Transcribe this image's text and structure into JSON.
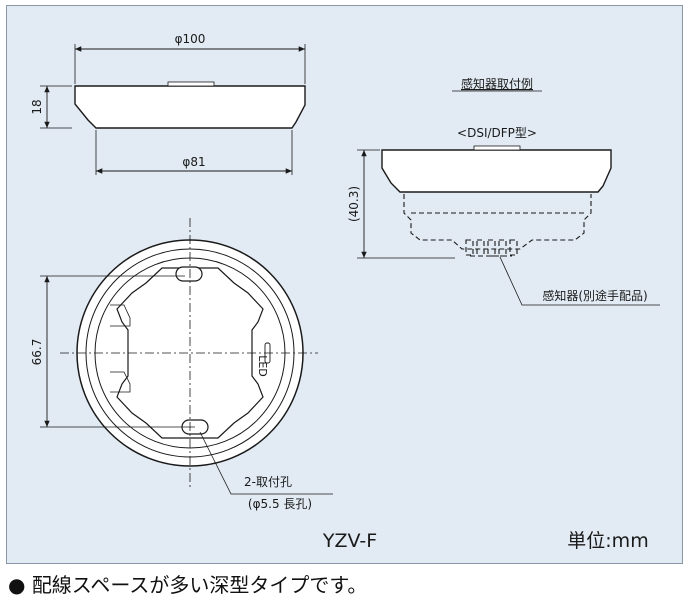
{
  "dimensions": {
    "top_width": "φ100",
    "height": "18",
    "bottom_width": "φ81",
    "hole_pitch": "66.7",
    "assembled_height": "(40.3)"
  },
  "labels": {
    "example_title": "感知器取付例",
    "model_variant": "<DSI/DFP型>",
    "sensor_note": "感知器(別途手配品)",
    "holes_line1": "2-取付孔",
    "holes_line2": "(φ5.5 長孔)",
    "led_mark": "LED",
    "model": "YZV-F",
    "unit": "単位:mm"
  },
  "caption": {
    "bullet": "●",
    "text": "配線スペースが多い深型タイプです。"
  }
}
